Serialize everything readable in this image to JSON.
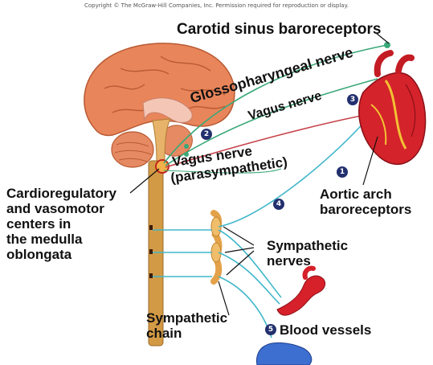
{
  "copyright": "Copyright © The McGraw-Hill Companies, Inc. Permission required for reproduction or display.",
  "labels": {
    "carotid": "Carotid sinus baroreceptors",
    "glosso": "Glossopharyngeal nerve",
    "vagus": "Vagus nerve",
    "vagus_para_1": "Vagus nerve",
    "vagus_para_2": "(parasympathetic)",
    "cardio_1": "Cardioregulatory",
    "cardio_2": "and vasomotor",
    "cardio_3": "centers in",
    "cardio_4": "the medulla",
    "cardio_5": "oblongata",
    "aortic_1": "Aortic arch",
    "aortic_2": "baroreceptors",
    "symp_nerves_1": "Sympathetic",
    "symp_nerves_2": "nerves",
    "symp_chain_1": "Sympathetic",
    "symp_chain_2": "chain",
    "blood_vessels": "Blood vessels"
  },
  "steps": [
    "1",
    "2",
    "3",
    "4",
    "5"
  ],
  "colors": {
    "brain": "#e9855a",
    "cerebellum": "#e58a62",
    "spinal_cord": "#d39a45",
    "nerve_green": "#3aa878",
    "nerve_teal": "#40b7c9",
    "vagus_red": "#c6434a",
    "heart_red": "#d4232b",
    "vessel_blue": "#3d6fd1",
    "badge": "#23306e"
  }
}
